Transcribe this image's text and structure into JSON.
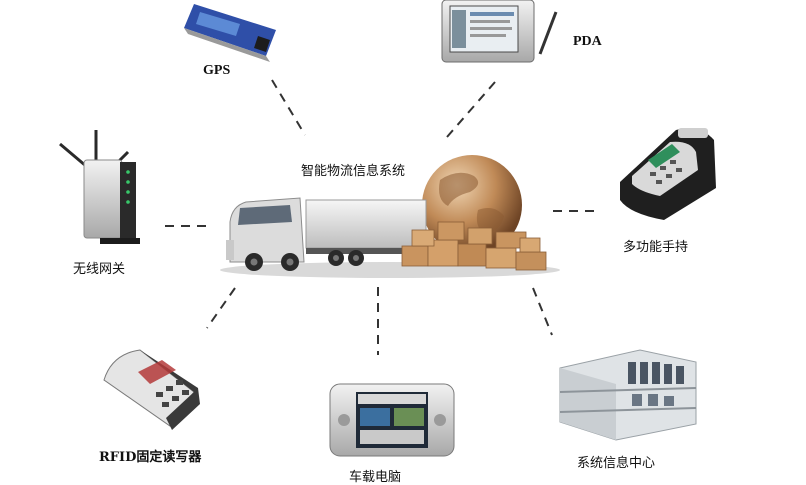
{
  "center": {
    "title": "智能物流信息系统"
  },
  "nodes": [
    {
      "id": "gps",
      "label": "GPS",
      "icon": "gps-card-icon"
    },
    {
      "id": "pda",
      "label": "PDA",
      "icon": "pda-device-icon"
    },
    {
      "id": "wireless",
      "label": "无线网关",
      "icon": "wireless-router-icon"
    },
    {
      "id": "handheld",
      "label": "多功能手持",
      "icon": "pos-terminal-icon"
    },
    {
      "id": "rfid",
      "label": "RFID固定读写器",
      "icon": "rfid-reader-icon"
    },
    {
      "id": "vehicle",
      "label": "车载电脑",
      "icon": "vehicle-computer-icon"
    },
    {
      "id": "datacenter",
      "label": "系统信息中心",
      "icon": "server-rack-icon"
    }
  ],
  "colors": {
    "connector": "#333333",
    "globe": "#c08a57",
    "truck": "#e8e8e8",
    "boxes": "#c49060"
  }
}
